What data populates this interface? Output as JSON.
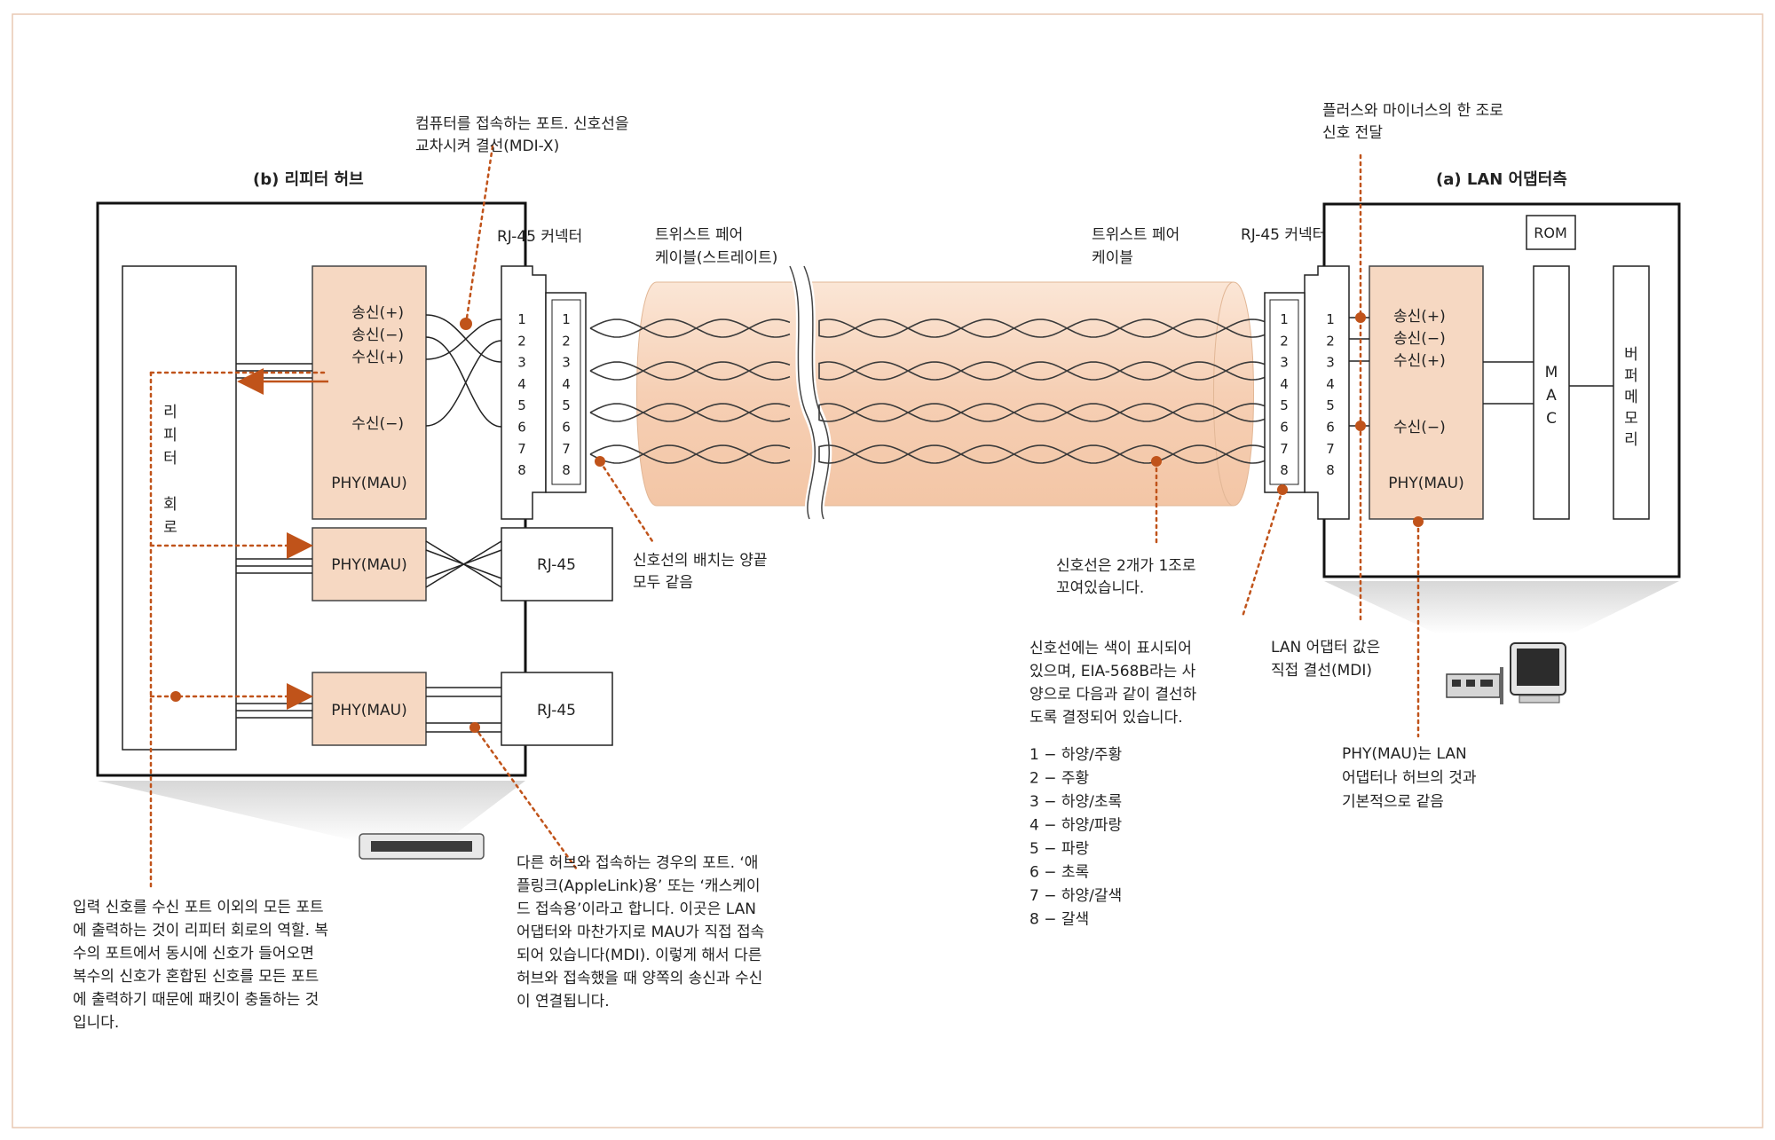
{
  "left_title": "(b) 리피터 허브",
  "right_title": "(a) LAN 어댑터측",
  "callout_top_left": [
    "컴퓨터를 접속하는 포트. 신호선을",
    "교차시켜 결선(MDI-X)"
  ],
  "callout_top_right": [
    "플러스와 마이너스의 한 조로",
    "신호 전달"
  ],
  "rj45_connector_label": "RJ-45 커넥터",
  "cable_label_left": [
    "트위스트 페어",
    "케이블(스트레이트)"
  ],
  "cable_label_right": [
    "트위스트 페어",
    "케이블"
  ],
  "rom_label": "ROM",
  "mac_label": [
    "M",
    "A",
    "C"
  ],
  "buffer_label": [
    "버",
    "퍼",
    "메",
    "모",
    "리"
  ],
  "repeater_label": [
    "리",
    "피",
    "터",
    "",
    "회",
    "로"
  ],
  "phy_label": "PHY(MAU)",
  "rj45_label": "RJ-45",
  "signals_left": [
    "송신(+)",
    "송신(−)",
    "수신(+)",
    "수신(−)"
  ],
  "signals_right": [
    "송신(+)",
    "송신(−)",
    "수신(+)",
    "수신(−)"
  ],
  "pins": [
    "1",
    "2",
    "3",
    "4",
    "5",
    "6",
    "7",
    "8"
  ],
  "callout_pin_layout": [
    "신호선의 배치는 양끝",
    "모두 같음"
  ],
  "callout_twisted": [
    "신호선은 2개가 1조로",
    "꼬여있습니다."
  ],
  "callout_color": [
    "신호선에는 색이 표시되어",
    "있으며, EIA-568B라는 사",
    "양으로 다음과 같이 결선하",
    "도록 결정되어 있습니다."
  ],
  "color_list": [
    "1 − 하양/주황",
    "2 − 주황",
    "3 − 하양/초록",
    "4 − 하양/파랑",
    "5 − 파랑",
    "6 − 초록",
    "7 − 하양/갈색",
    "8 − 갈색"
  ],
  "callout_lan_mdi": [
    "LAN 어댑터 값은",
    "직접 결선(MDI)"
  ],
  "callout_phy_same": [
    "PHY(MAU)는 LAN",
    "어댑터나 허브의 것과",
    "기본적으로 같음"
  ],
  "callout_repeater_role": [
    "입력 신호를 수신 포트 이외의 모든 포트",
    "에 출력하는 것이 리피터 회로의 역할. 복",
    "수의 포트에서 동시에 신호가 들어오면",
    "복수의 신호가 혼합된 신호를 모든 포트",
    "에 출력하기 때문에 패킷이 충돌하는 것",
    "입니다."
  ],
  "callout_uplink": [
    "다른 허브와 접속하는 경우의 포트. ‘애",
    "플링크(AppleLink)용’ 또는 ‘캐스케이",
    "드 접속용’이라고 합니다. 이곳은 LAN",
    "어댑터와 마찬가지로 MAU가 직접 접속",
    "되어 있습니다(MDI). 이렇게 해서 다른",
    "허브와 접속했을 때 양쪽의 송신과 수신",
    "이 연결됩니다."
  ],
  "colors": {
    "accent": "#c0531a",
    "phy_fill": "#f6d8c2",
    "cable_fill": "#f7d5bd"
  }
}
